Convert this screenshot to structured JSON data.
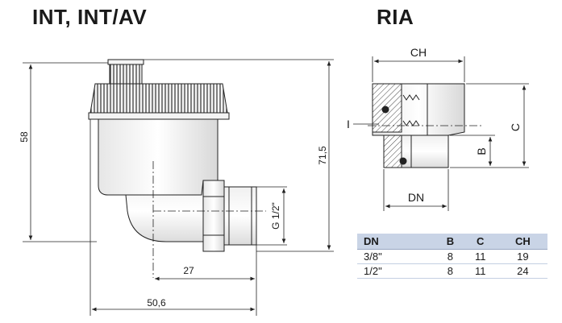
{
  "titles": {
    "left": "INT, INT/AV",
    "right": "RIA"
  },
  "left_dims": {
    "height_body": "58",
    "height_total": "71,5",
    "thread": "G 1/2\"",
    "offset": "27",
    "width": "50,6"
  },
  "right_dims": {
    "ch": "CH",
    "c": "C",
    "b": "B",
    "dn": "DN",
    "i": "I"
  },
  "table": {
    "headers": [
      "DN",
      "B",
      "C",
      "CH"
    ],
    "rows": [
      [
        "3/8\"",
        "8",
        "11",
        "19"
      ],
      [
        "1/2\"",
        "8",
        "11",
        "24"
      ]
    ]
  }
}
